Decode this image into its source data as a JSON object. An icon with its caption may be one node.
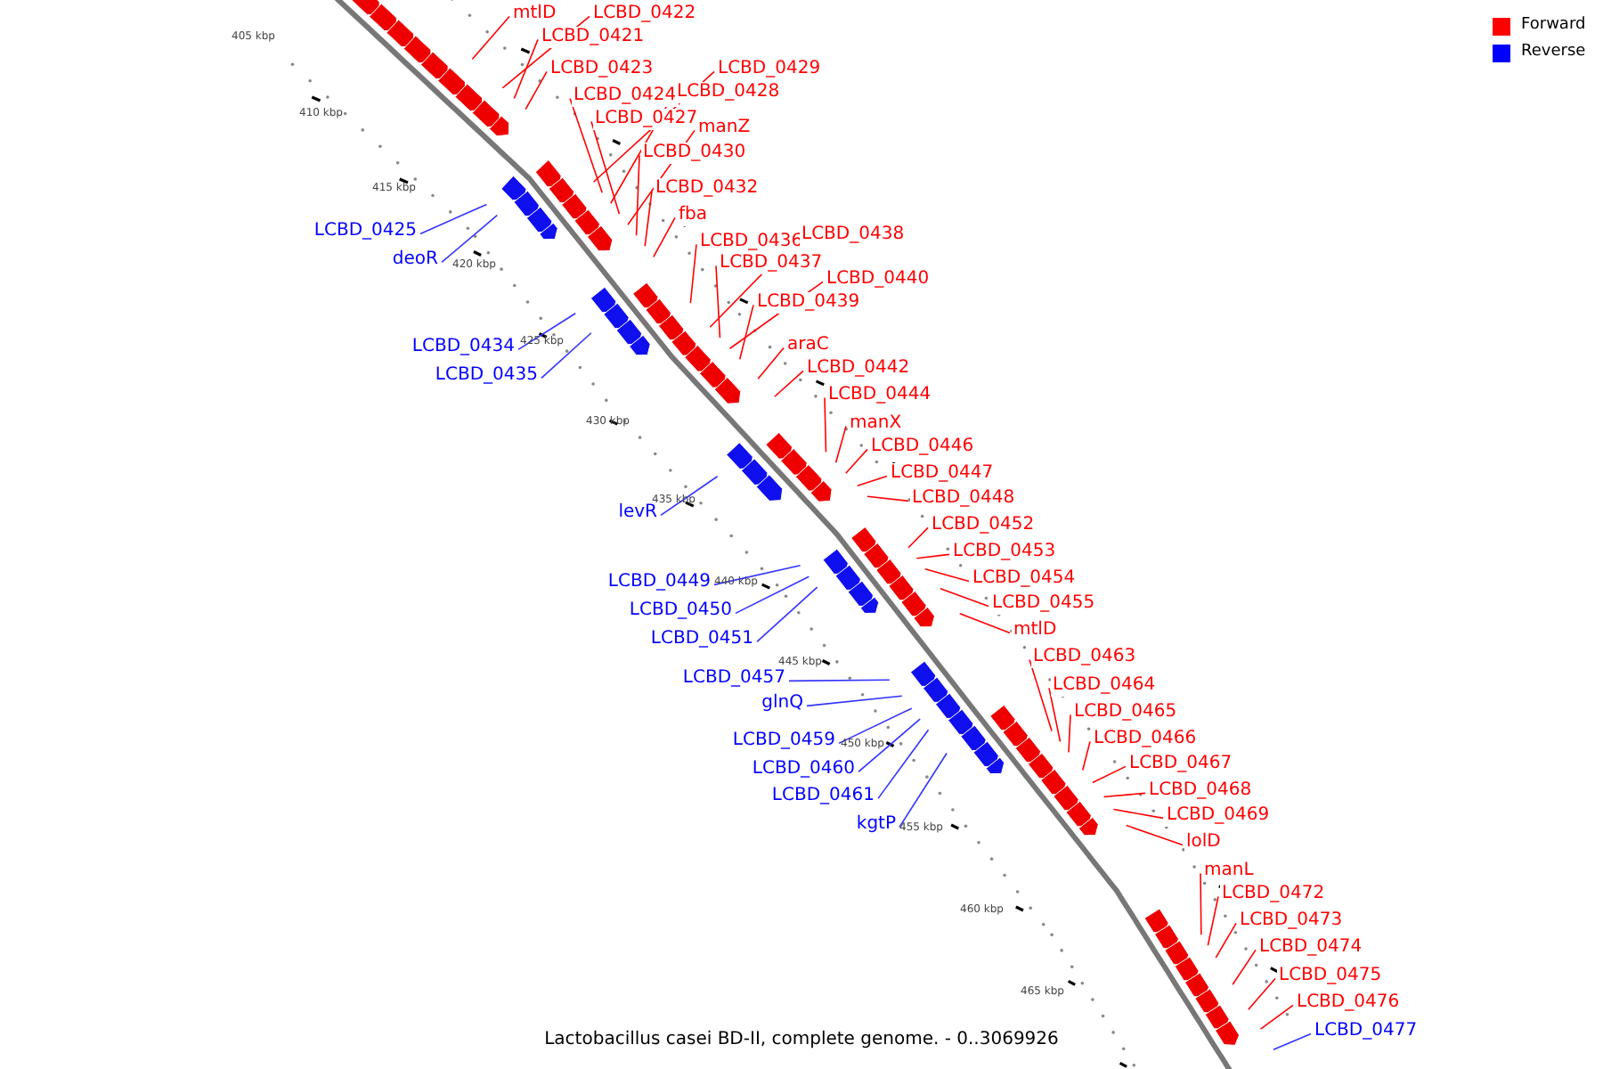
{
  "diagram": {
    "caption": "Lactobacillus casei BD-II, complete genome. - 0..3069926",
    "nodes": [
      {
        "text": [
          "mtlD"
        ]
      },
      {
        "text": [
          "LCBD_0422"
        ]
      },
      {
        "text": [
          "LCBD_0421"
        ]
      },
      {
        "text": [
          "LCBD_0423"
        ]
      },
      {
        "text": [
          "LCBD_0429"
        ]
      },
      {
        "text": [
          "LCBD_0424"
        ]
      },
      {
        "text": [
          "LCBD_0428"
        ]
      },
      {
        "text": [
          "LCBD_0427"
        ]
      },
      {
        "text": [
          "manZ"
        ]
      },
      {
        "text": [
          "LCBD_0430"
        ]
      },
      {
        "text": [
          "LCBD_0432"
        ]
      },
      {
        "text": [
          "fba"
        ]
      },
      {
        "text": [
          "LCBD_0436"
        ]
      },
      {
        "text": [
          "LCBD_0438"
        ]
      },
      {
        "text": [
          "LCBD_0437"
        ]
      },
      {
        "text": [
          "LCBD_0440"
        ]
      },
      {
        "text": [
          "LCBD_0439"
        ]
      },
      {
        "text": [
          "araC"
        ]
      },
      {
        "text": [
          "LCBD_0442"
        ]
      },
      {
        "text": [
          "LCBD_0444"
        ]
      },
      {
        "text": [
          "manX"
        ]
      },
      {
        "text": [
          "LCBD_0446"
        ]
      },
      {
        "text": [
          "LCBD_0447"
        ]
      },
      {
        "text": [
          "LCBD_0448"
        ]
      },
      {
        "text": [
          "LCBD_0452"
        ]
      },
      {
        "text": [
          "LCBD_0453"
        ]
      },
      {
        "text": [
          "LCBD_0454"
        ]
      },
      {
        "text": [
          "LCBD_0455"
        ]
      },
      {
        "text": [
          "mtlD"
        ]
      },
      {
        "text": [
          "LCBD_0463"
        ]
      },
      {
        "text": [
          "LCBD_0464"
        ]
      },
      {
        "text": [
          "LCBD_0465"
        ]
      },
      {
        "text": [
          "LCBD_0466"
        ]
      },
      {
        "text": [
          "LCBD_0467"
        ]
      },
      {
        "text": [
          "LCBD_0468"
        ]
      },
      {
        "text": [
          "LCBD_0469"
        ]
      },
      {
        "text": [
          "lolD"
        ]
      },
      {
        "text": [
          "manL"
        ]
      },
      {
        "text": [
          "LCBD_0472"
        ]
      },
      {
        "text": [
          "LCBD_0473"
        ]
      },
      {
        "text": [
          "LCBD_0474"
        ]
      },
      {
        "text": [
          "LCBD_0475"
        ]
      },
      {
        "text": [
          "LCBD_0476"
        ]
      },
      {
        "text": [
          "LCBD_0477"
        ]
      },
      {
        "text": [
          "LCBD_0425"
        ]
      },
      {
        "text": [
          "deoR"
        ]
      },
      {
        "text": [
          "LCBD_0434"
        ]
      },
      {
        "text": [
          "LCBD_0435"
        ]
      },
      {
        "text": [
          "levR"
        ]
      },
      {
        "text": [
          "LCBD_0449"
        ]
      },
      {
        "text": [
          "LCBD_0450"
        ]
      },
      {
        "text": [
          "LCBD_0451"
        ]
      },
      {
        "text": [
          "LCBD_0457"
        ]
      },
      {
        "text": [
          "glnQ"
        ]
      },
      {
        "text": [
          "LCBD_0459"
        ]
      },
      {
        "text": [
          "LCBD_0460"
        ]
      },
      {
        "text": [
          "LCBD_0461"
        ]
      },
      {
        "text": [
          "kgtP"
        ]
      }
    ],
    "edges": [
      {
        "from": 0,
        "to": null,
        "arrow": "none"
      },
      {
        "from": 1,
        "to": null,
        "arrow": "none"
      },
      {
        "from": 2,
        "to": null,
        "arrow": "none"
      },
      {
        "from": 3,
        "to": null,
        "arrow": "none"
      },
      {
        "from": 4,
        "to": null,
        "arrow": "none"
      },
      {
        "from": 5,
        "to": null,
        "arrow": "none"
      },
      {
        "from": 6,
        "to": null,
        "arrow": "none"
      },
      {
        "from": 7,
        "to": null,
        "arrow": "none"
      },
      {
        "from": 8,
        "to": null,
        "arrow": "none"
      },
      {
        "from": 9,
        "to": null,
        "arrow": "none"
      },
      {
        "from": 10,
        "to": null,
        "arrow": "none"
      },
      {
        "from": 11,
        "to": null,
        "arrow": "none"
      },
      {
        "from": 12,
        "to": null,
        "arrow": "none"
      },
      {
        "from": 13,
        "to": null,
        "arrow": "none"
      },
      {
        "from": 14,
        "to": null,
        "arrow": "none"
      },
      {
        "from": 15,
        "to": null,
        "arrow": "none"
      },
      {
        "from": 16,
        "to": null,
        "arrow": "none"
      },
      {
        "from": 17,
        "to": null,
        "arrow": "none"
      },
      {
        "from": 18,
        "to": null,
        "arrow": "none"
      },
      {
        "from": 19,
        "to": null,
        "arrow": "none"
      },
      {
        "from": 20,
        "to": null,
        "arrow": "none"
      },
      {
        "from": 21,
        "to": null,
        "arrow": "none"
      },
      {
        "from": 22,
        "to": null,
        "arrow": "none"
      },
      {
        "from": 23,
        "to": null,
        "arrow": "none"
      },
      {
        "from": 24,
        "to": null,
        "arrow": "none"
      },
      {
        "from": 25,
        "to": null,
        "arrow": "none"
      },
      {
        "from": 26,
        "to": null,
        "arrow": "none"
      },
      {
        "from": 27,
        "to": null,
        "arrow": "none"
      },
      {
        "from": 28,
        "to": null,
        "arrow": "none"
      },
      {
        "from": 29,
        "to": null,
        "arrow": "none"
      },
      {
        "from": 30,
        "to": null,
        "arrow": "none"
      },
      {
        "from": 31,
        "to": null,
        "arrow": "none"
      },
      {
        "from": 32,
        "to": null,
        "arrow": "none"
      },
      {
        "from": 33,
        "to": null,
        "arrow": "none"
      },
      {
        "from": 34,
        "to": null,
        "arrow": "none"
      },
      {
        "from": 35,
        "to": null,
        "arrow": "none"
      },
      {
        "from": 36,
        "to": null,
        "arrow": "none"
      },
      {
        "from": 37,
        "to": null,
        "arrow": "none"
      },
      {
        "from": 38,
        "to": null,
        "arrow": "none"
      },
      {
        "from": 39,
        "to": null,
        "arrow": "none"
      },
      {
        "from": 40,
        "to": null,
        "arrow": "none"
      },
      {
        "from": 41,
        "to": null,
        "arrow": "none"
      },
      {
        "from": 42,
        "to": null,
        "arrow": "none"
      },
      {
        "from": 43,
        "to": null,
        "arrow": "none",
        "color": "#3333ff"
      },
      {
        "from": 44,
        "to": null,
        "arrow": "none",
        "color": "#3333ff"
      },
      {
        "from": 45,
        "to": null,
        "arrow": "none",
        "color": "#3333ff"
      },
      {
        "from": 46,
        "to": null,
        "arrow": "none",
        "color": "#3333ff"
      },
      {
        "from": 47,
        "to": null,
        "arrow": "none",
        "color": "#3333ff"
      },
      {
        "from": 48,
        "to": null,
        "arrow": "none",
        "color": "#3333ff"
      },
      {
        "from": 49,
        "to": null,
        "arrow": "none",
        "color": "#3333ff"
      },
      {
        "from": 50,
        "to": null,
        "arrow": "none",
        "color": "#3333ff"
      },
      {
        "from": 51,
        "to": null,
        "arrow": "none",
        "color": "#3333ff"
      },
      {
        "from": 52,
        "to": null,
        "arrow": "none",
        "color": "#3333ff"
      },
      {
        "from": 53,
        "to": null,
        "arrow": "none",
        "color": "#3333ff"
      },
      {
        "from": 54,
        "to": null,
        "arrow": "none",
        "color": "#3333ff"
      },
      {
        "from": 55,
        "to": null,
        "arrow": "none",
        "color": "#3333ff"
      },
      {
        "from": 56,
        "to": null,
        "arrow": "none",
        "color": "#3333ff"
      },
      {
        "from": 57,
        "to": null,
        "arrow": "none",
        "color": "#3333ff"
      }
    ],
    "labels": [
      "405 kbp",
      "410 kbp",
      "415 kbp",
      "420 kbp",
      "425 kbp",
      "430 kbp",
      "435 kbp",
      "440 kbp",
      "445 kbp",
      "450 kbp",
      "455 kbp",
      "460 kbp",
      "465 kbp"
    ],
    "legend": [
      {
        "text": "Forward",
        "color": "#ff0000"
      },
      {
        "text": "Reverse",
        "color": "#0000ff"
      }
    ]
  }
}
